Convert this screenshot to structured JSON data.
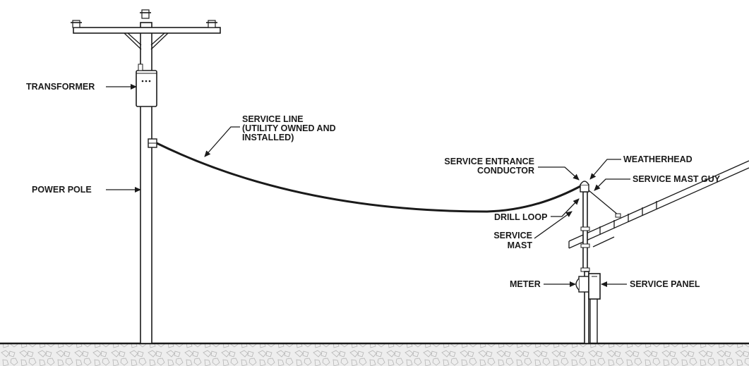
{
  "labels": {
    "transformer": "TRANSFORMER",
    "power_pole": "POWER POLE",
    "service_line": [
      "SERVICE LINE",
      "(UTILITY OWNED AND",
      "INSTALLED)"
    ],
    "service_entrance_conductor": [
      "SERVICE ENTRANCE",
      "CONDUCTOR"
    ],
    "weatherhead": "WEATHERHEAD",
    "service_mast_guy": "SERVICE MAST GUY",
    "drill_loop": "DRILL LOOP",
    "service_mast": [
      "SERVICE",
      "MAST"
    ],
    "meter": "METER",
    "service_panel": "SERVICE PANEL"
  },
  "colors": {
    "ink": "#1a1a1a",
    "ground_fill": "#e8e8e8"
  }
}
